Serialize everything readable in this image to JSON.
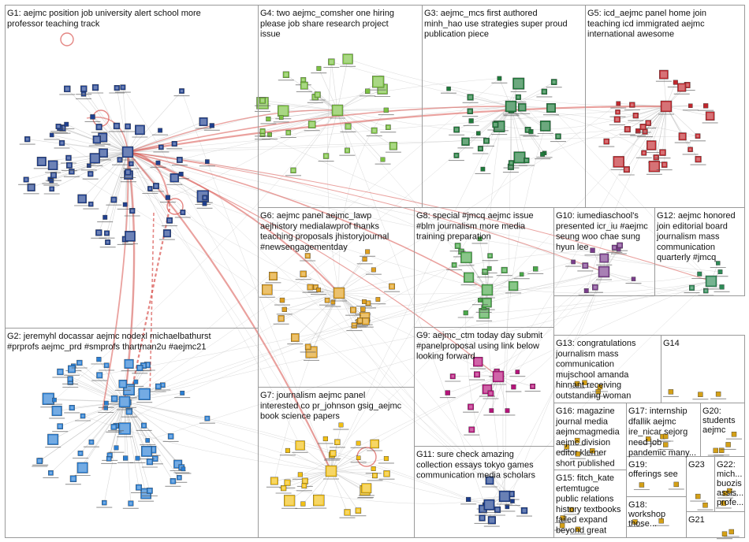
{
  "graph": {
    "colors": {
      "background": "#ffffff",
      "panel_border": "#9a9a9a",
      "edge_light": "#b8b8b8",
      "edge_strong": "#d9534f",
      "label_text": "#111111",
      "g1": "#1f3f8f",
      "g2": "#2a7fd4",
      "g3": "#1e7a3a",
      "g4": "#7cc242",
      "g5": "#c0272d",
      "g6": "#e0a020",
      "g7": "#f2c014",
      "g8": "#4aa84a",
      "g9": "#b5137a",
      "g10": "#7a3d8c",
      "g11": "#1a3c8c",
      "g12": "#2e8b57",
      "small": "#d4a017"
    },
    "groups": [
      {
        "id": "G1",
        "label_lines": [
          "G1: aejmc position job university alert school more",
          "professor teaching track"
        ]
      },
      {
        "id": "G2",
        "label_lines": [
          "G2: jeremyhl docassar aejmc nodexl michaelbathurst",
          "#prprofs aejmc_prd #smprofs thartman2u #aejmc21"
        ]
      },
      {
        "id": "G3",
        "label_lines": [
          "G3: aejmc_mcs first authored",
          "minh_hao use strategies super proud",
          "publication piece"
        ]
      },
      {
        "id": "G4",
        "label_lines": [
          "G4: two aejmc_comsher one hiring",
          "please job share research project",
          "issue"
        ]
      },
      {
        "id": "G5",
        "label_lines": [
          "G5: icd_aejmc panel home join",
          "teaching icd immigrated aejmc",
          "international awesome"
        ]
      },
      {
        "id": "G6",
        "label_lines": [
          "G6: aejmc panel aejmc_lawp",
          "aejhistory medialawprof thanks",
          "teaching proposals jhistoryjournal",
          "#newsengagementday"
        ]
      },
      {
        "id": "G7",
        "label_lines": [
          "G7: journalism aejmc panel",
          "interested co pr_johnson gsig_aejmc",
          "book science papers"
        ]
      },
      {
        "id": "G8",
        "label_lines": [
          "G8: special #jmcq aejmc issue",
          "#blm journalism more media",
          "training preparation"
        ]
      },
      {
        "id": "G9",
        "label_lines": [
          "G9: aejmc_ctm today day submit",
          "#panelproposal using link below",
          "looking forward"
        ]
      },
      {
        "id": "G10",
        "label_lines": [
          "G10: iumediaschool's",
          "presented icr_iu #aejmc",
          "seung woo chae sung",
          "hyun lee"
        ]
      },
      {
        "id": "G11",
        "label_lines": [
          "G11: sure check amazing",
          "collection essays tokyo games",
          "communication media scholars"
        ]
      },
      {
        "id": "G12",
        "label_lines": [
          "G12: aejmc honored",
          "join editorial board",
          "journalism mass",
          "communication",
          "quarterly #jmcq"
        ]
      },
      {
        "id": "G13",
        "label_lines": [
          "G13: congratulations",
          "journalism mass",
          "communication",
          "mujschool amanda",
          "hinnant receiving",
          "outstanding woman"
        ]
      },
      {
        "id": "G14",
        "label_lines": [
          "G14"
        ]
      },
      {
        "id": "G15",
        "label_lines": [
          "G15: fitch_kate",
          "ertemtugce",
          "public relations",
          "history textbooks",
          "failed expand",
          "beyond great"
        ]
      },
      {
        "id": "G16",
        "label_lines": [
          "G16: magazine",
          "journal media",
          "aejmcmagmedia",
          "aejmc division",
          "editor klerner",
          "short published"
        ]
      },
      {
        "id": "G17",
        "label_lines": [
          "G17: internship",
          "dfallik aejmc",
          "ire_nicar sejorg",
          "need job",
          "pandemic many..."
        ]
      },
      {
        "id": "G18",
        "label_lines": [
          "G18:",
          "workshop",
          "those..."
        ]
      },
      {
        "id": "G19",
        "label_lines": [
          "G19:",
          "offerings see"
        ]
      },
      {
        "id": "G20",
        "label_lines": [
          "G20:",
          "students",
          "aejmc"
        ]
      },
      {
        "id": "G21",
        "label_lines": [
          "G21"
        ]
      },
      {
        "id": "G22",
        "label_lines": [
          "G22:",
          "mich...",
          "buozis",
          "assis...",
          "profe..."
        ]
      },
      {
        "id": "G23",
        "label_lines": [
          "G23"
        ]
      }
    ]
  }
}
